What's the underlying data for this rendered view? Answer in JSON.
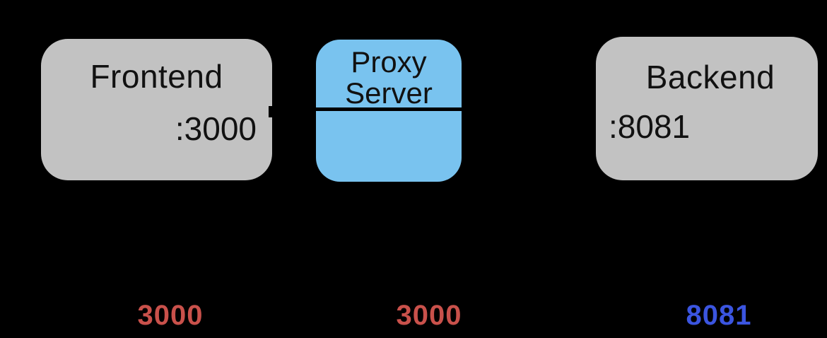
{
  "diagram": {
    "background_color": "#000000",
    "nodes": {
      "frontend": {
        "title": "Frontend",
        "port": ":3000",
        "fill": "#C2C2C2",
        "text_color": "#111111"
      },
      "proxy": {
        "title_line1": "Proxy",
        "title_line2": "Server",
        "fill": "#79C3EF",
        "divider_color": "#000000"
      },
      "backend": {
        "title": "Backend",
        "port": ":8081",
        "fill": "#C2C2C2",
        "text_color": "#111111"
      }
    },
    "port_labels": [
      {
        "text": "3000",
        "color": "#C9514B"
      },
      {
        "text": "3000",
        "color": "#C9514B"
      },
      {
        "text": "8081",
        "color": "#3B55E0"
      }
    ]
  }
}
